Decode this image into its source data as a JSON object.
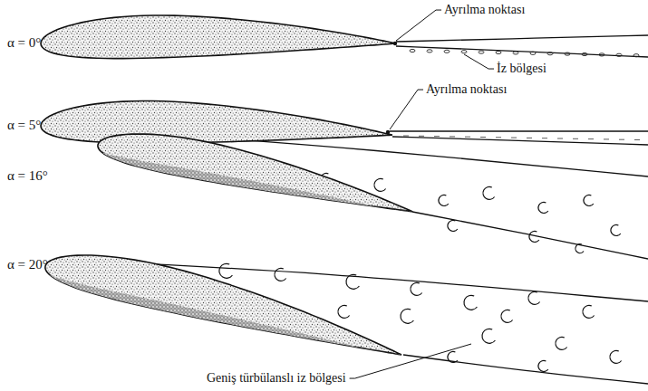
{
  "diagram": {
    "labels": [
      "α = 0°",
      "Ayrılma noktası",
      "İz bölgesi",
      "α = 5°",
      "Ayrılma noktası",
      "α = 16°",
      "α = 20°",
      "Geniş türbülanslı iz bölgesi"
    ]
  }
}
